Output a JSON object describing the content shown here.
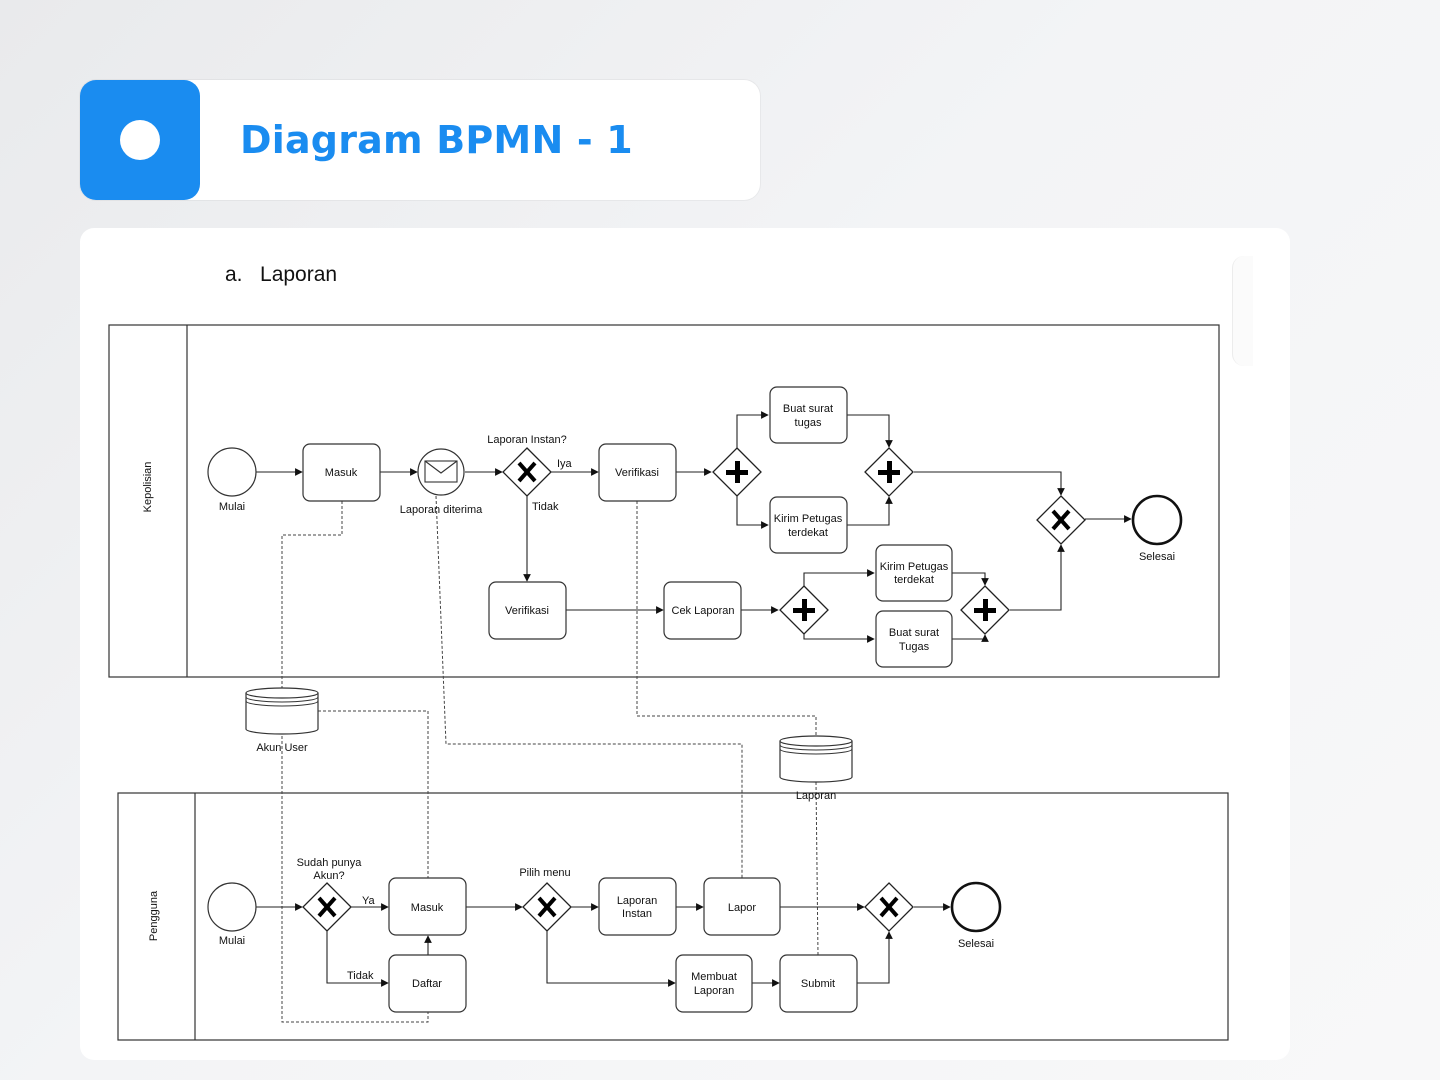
{
  "header": {
    "title": "Diagram BPMN - 1",
    "accent_color": "#1a8cf0",
    "badge_icon": "circle-icon"
  },
  "section": {
    "label": "a.   Laporan"
  },
  "lanes": {
    "kepolisian": "Kepolisian",
    "pengguna": "Pengguna"
  },
  "kepolisian": {
    "start": "Mulai",
    "masuk": "Masuk",
    "message_event": "Laporan diterima",
    "gateway_question": "Laporan Instan?",
    "yes": "Iya",
    "no": "Tidak",
    "verifikasi_top": "Verifikasi",
    "verifikasi_bottom": "Verifikasi",
    "cek_laporan": "Cek Laporan",
    "buat_surat_tugas_1": [
      "Buat surat",
      "tugas"
    ],
    "kirim_petugas_1": [
      "Kirim Petugas",
      "terdekat"
    ],
    "kirim_petugas_2": [
      "Kirim Petugas",
      "terdekat"
    ],
    "buat_surat_tugas_2": [
      "Buat surat",
      "Tugas"
    ],
    "end": "Selesai"
  },
  "datastores": {
    "akun_user": "Akun User",
    "laporan": "Laporan"
  },
  "pengguna": {
    "start": "Mulai",
    "gateway_question": [
      "Sudah punya",
      "Akun?"
    ],
    "yes": "Ya",
    "no": "Tidak",
    "masuk": "Masuk",
    "daftar": "Daftar",
    "menu_question": "Pilih menu",
    "laporan_instan": [
      "Laporan",
      "Instan"
    ],
    "lapor": "Lapor",
    "membuat_laporan": [
      "Membuat",
      "Laporan"
    ],
    "submit": "Submit",
    "end": "Selesai"
  }
}
